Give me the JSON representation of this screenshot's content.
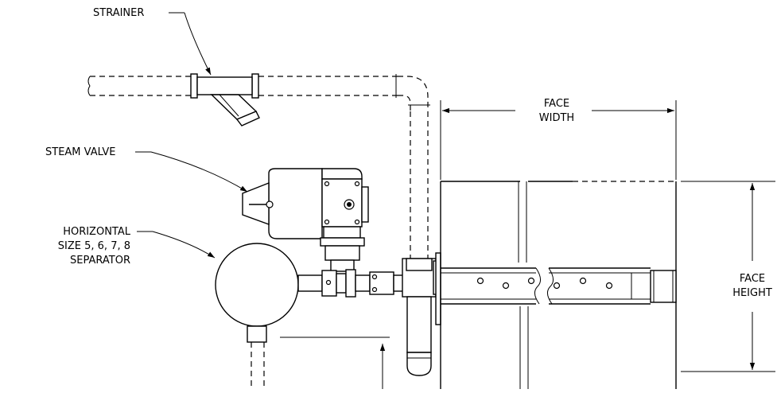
{
  "labels": {
    "strainer": "STRAINER",
    "steam_valve": "STEAM VALVE",
    "separator_line1": "HORIZONTAL",
    "separator_line2": "SIZE 5, 6, 7, 8",
    "separator_line3": "SEPARATOR",
    "face_width_line1": "FACE",
    "face_width_line2": "WIDTH",
    "face_height_line1": "FACE",
    "face_height_line2": "HEIGHT"
  }
}
